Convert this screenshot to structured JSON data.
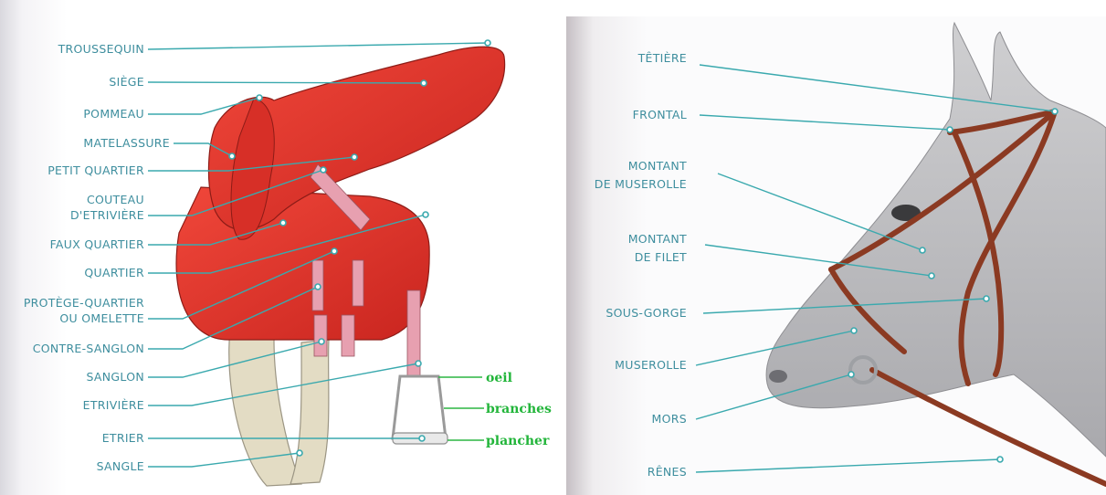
{
  "saddle": {
    "labels": [
      {
        "id": "troussequin",
        "text": "TROUSSEQUIN"
      },
      {
        "id": "siege",
        "text": "SIÈGE"
      },
      {
        "id": "pommeau",
        "text": "POMMEAU"
      },
      {
        "id": "matelassure",
        "text": "MATELASSURE"
      },
      {
        "id": "petit-quartier",
        "text": "PETIT QUARTIER"
      },
      {
        "id": "couteau-1",
        "text": "COUTEAU"
      },
      {
        "id": "couteau-2",
        "text": "D'ETRIVIÈRE"
      },
      {
        "id": "faux-quartier",
        "text": "FAUX QUARTIER"
      },
      {
        "id": "quartier",
        "text": "QUARTIER"
      },
      {
        "id": "protege-1",
        "text": "PROTÈGE-QUARTIER"
      },
      {
        "id": "protege-2",
        "text": "OU OMELETTE"
      },
      {
        "id": "contre-sanglon",
        "text": "CONTRE-SANGLON"
      },
      {
        "id": "sanglon",
        "text": "SANGLON"
      },
      {
        "id": "etriviere",
        "text": "ETRIVIÈRE"
      },
      {
        "id": "etrier",
        "text": "ETRIER"
      },
      {
        "id": "sangle",
        "text": "SANGLE"
      }
    ],
    "handwritten": [
      {
        "id": "oeil",
        "text": "oeil"
      },
      {
        "id": "branches",
        "text": "branches"
      },
      {
        "id": "plancher",
        "text": "plancher"
      }
    ]
  },
  "bridle": {
    "labels": [
      {
        "id": "tetiere",
        "text": "TÊTIÈRE"
      },
      {
        "id": "frontal",
        "text": "FRONTAL"
      },
      {
        "id": "montant-muserolle-1",
        "text": "MONTANT"
      },
      {
        "id": "montant-muserolle-2",
        "text": "DE MUSEROLLE"
      },
      {
        "id": "montant-filet-1",
        "text": "MONTANT"
      },
      {
        "id": "montant-filet-2",
        "text": "DE FILET"
      },
      {
        "id": "sous-gorge",
        "text": "SOUS-GORGE"
      },
      {
        "id": "muserolle",
        "text": "MUSEROLLE"
      },
      {
        "id": "mors",
        "text": "MORS"
      },
      {
        "id": "renes",
        "text": "RÊNES"
      }
    ]
  },
  "colors": {
    "label": "#3e8e9e",
    "leader": "#3aa9ae",
    "handwritten": "#22b53a",
    "saddle": "#e8392f",
    "leather": "#8b3a22",
    "girth": "#e3dcc4",
    "stirrup-leather": "#e7a0b0"
  }
}
